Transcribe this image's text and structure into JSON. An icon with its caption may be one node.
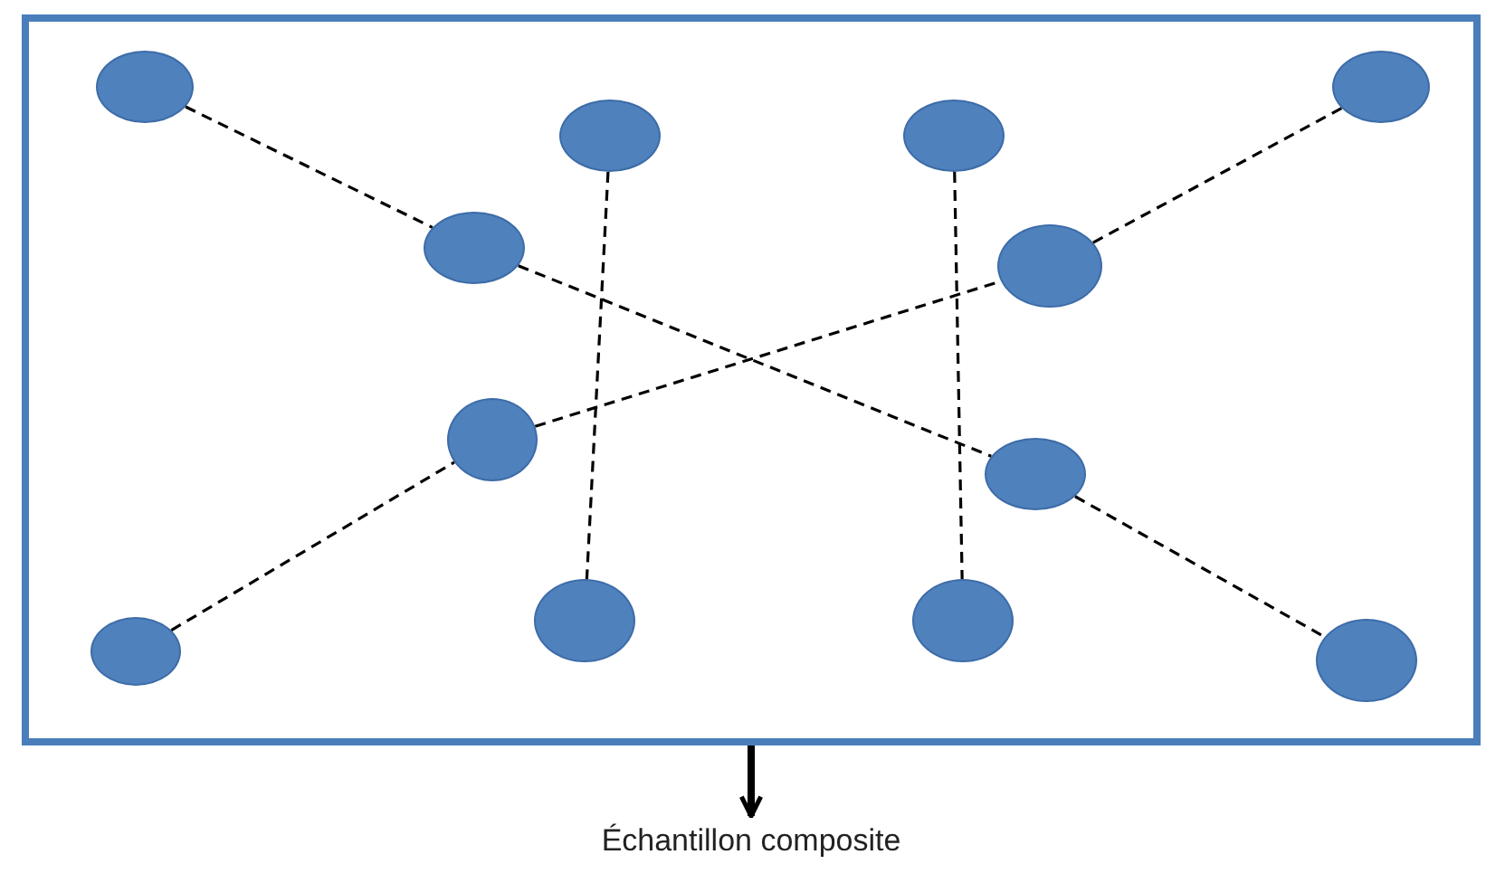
{
  "diagram": {
    "nodes": [
      {
        "text": [],
        "shape": "box"
      },
      {
        "text": [],
        "shape": "circle",
        "in": 0
      },
      {
        "text": [],
        "shape": "circle",
        "in": 0
      },
      {
        "text": [],
        "shape": "circle",
        "in": 0
      },
      {
        "text": [],
        "shape": "circle",
        "in": 0
      },
      {
        "text": [],
        "shape": "circle",
        "in": 0
      },
      {
        "text": [],
        "shape": "circle",
        "in": 0
      },
      {
        "text": [],
        "shape": "circle",
        "in": 0
      },
      {
        "text": [],
        "shape": "circle",
        "in": 0
      },
      {
        "text": [],
        "shape": "circle",
        "in": 0
      },
      {
        "text": [],
        "shape": "circle",
        "in": 0
      },
      {
        "text": [],
        "shape": "circle",
        "in": 0
      },
      {
        "text": [],
        "shape": "circle",
        "in": 0
      },
      {
        "text": [
          "Échantillon composite"
        ]
      }
    ],
    "edges": [
      {
        "from": 1,
        "to": 5,
        "arrow": "none",
        "style": "dashed"
      },
      {
        "from": 5,
        "to": 8,
        "arrow": "none",
        "style": "dashed"
      },
      {
        "from": 8,
        "to": 12,
        "arrow": "none",
        "style": "dashed"
      },
      {
        "from": 9,
        "to": 7,
        "arrow": "none",
        "style": "dashed"
      },
      {
        "from": 7,
        "to": 6,
        "arrow": "none",
        "style": "dashed"
      },
      {
        "from": 6,
        "to": 2,
        "arrow": "none",
        "style": "dashed"
      },
      {
        "from": 3,
        "to": 10,
        "arrow": "none",
        "style": "dashed"
      },
      {
        "from": 4,
        "to": 11,
        "arrow": "none",
        "style": "dashed"
      },
      {
        "from": 0,
        "to": 13,
        "arrow": "to",
        "style": "thick"
      }
    ]
  }
}
